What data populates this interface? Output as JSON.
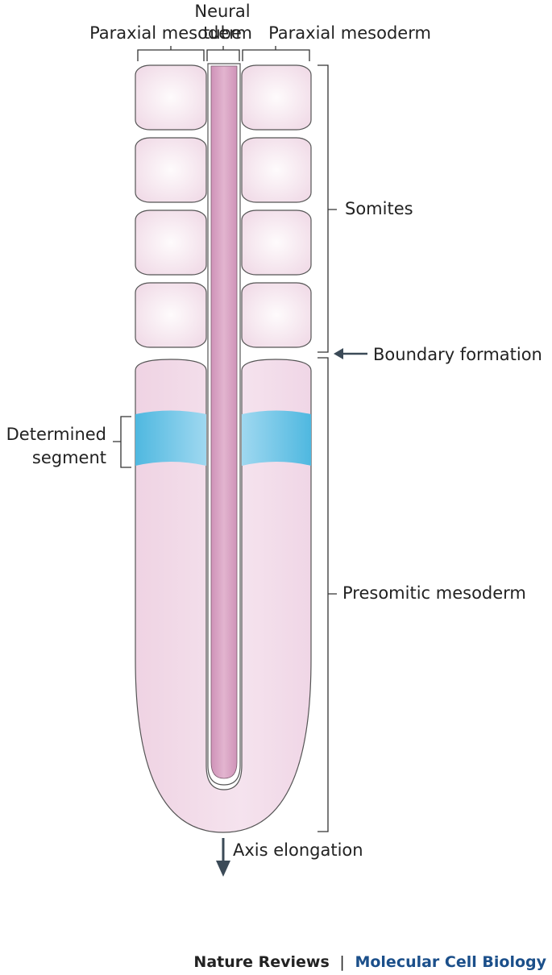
{
  "labels": {
    "paraxial_left": "Paraxial mesoderm",
    "neural_line1": "Neural",
    "neural_line2": "tube",
    "paraxial_right": "Paraxial mesoderm",
    "somites": "Somites",
    "boundary_formation": "Boundary formation",
    "determined_line1": "Determined",
    "determined_line2": "segment",
    "presomitic_mesoderm": "Presomitic mesoderm",
    "axis_elongation": "Axis elongation"
  },
  "credit": {
    "journal": "Nature Reviews",
    "separator": "|",
    "subtitle": "Molecular Cell Biology"
  },
  "colors": {
    "somite_fill": "#f5e6ef",
    "somite_center": "#fdf8fa",
    "psm_fill": "#f2dcea",
    "neural_tube": "#d9a5c5",
    "segment_blue": "#5ec0e3",
    "segment_light": "#a9dcf1",
    "arrow": "#3b4a57",
    "outline": "#555555",
    "journal_text": "#222222",
    "subtitle_text": "#1b4f8a"
  }
}
